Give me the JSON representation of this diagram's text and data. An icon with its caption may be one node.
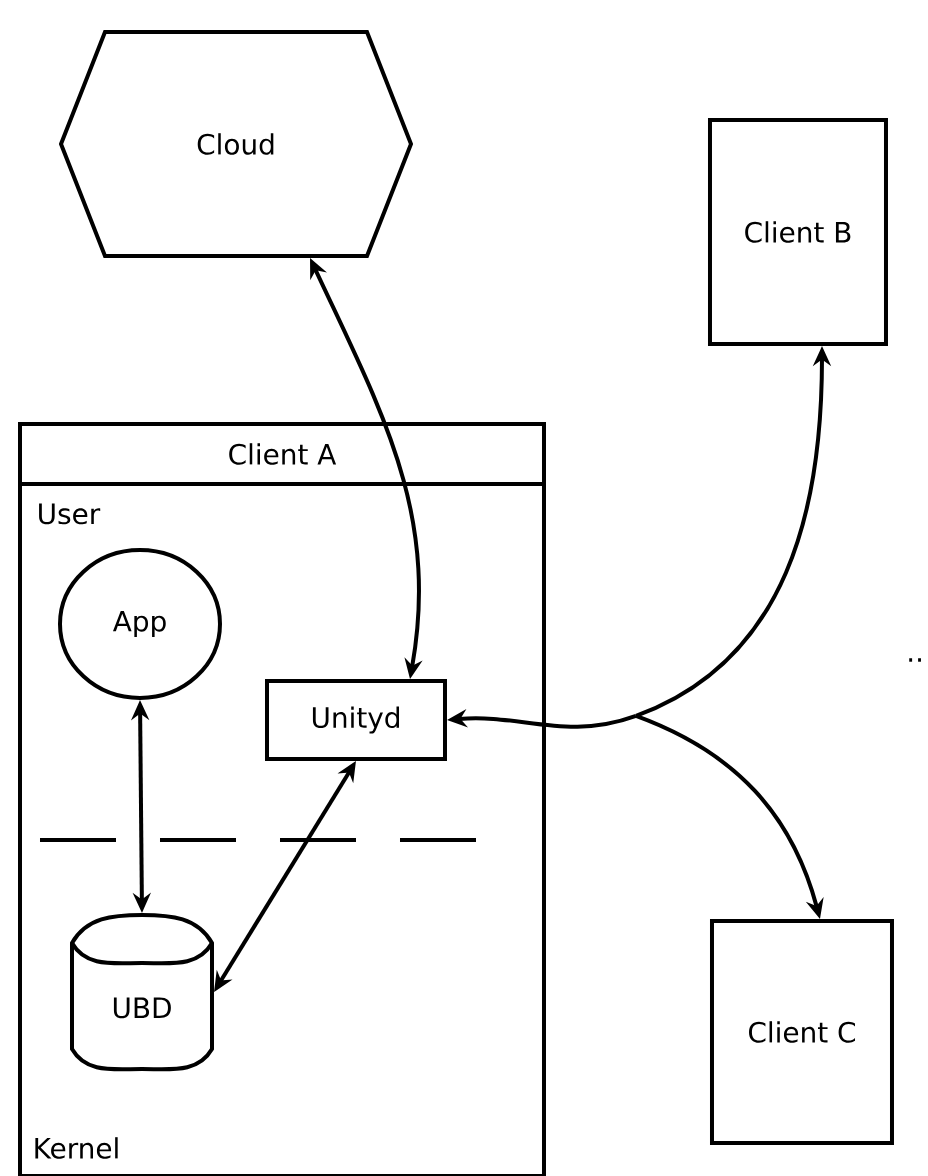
{
  "diagram": {
    "nodes": [
      {
        "text": [
          "Cloud"
        ]
      },
      {
        "text": [
          "Client B"
        ]
      },
      {
        "text": [
          "Client A",
          "User",
          "Kernel"
        ]
      },
      {
        "text": [
          "App"
        ],
        "in": 2
      },
      {
        "text": [
          "Unityd"
        ],
        "in": 2
      },
      {
        "text": [
          "UBD"
        ],
        "in": 2
      },
      {
        "text": [
          "Client C"
        ]
      }
    ],
    "edges": [
      {
        "from": 0,
        "to": 4,
        "arrow": "both"
      },
      {
        "from": 3,
        "to": 5,
        "arrow": "both"
      },
      {
        "from": 4,
        "to": 5,
        "arrow": "both"
      },
      {
        "from": 4,
        "to": 1,
        "arrow": "both"
      },
      {
        "from": 4,
        "to": 6,
        "arrow": "both"
      }
    ],
    "labels": [
      ".."
    ]
  }
}
